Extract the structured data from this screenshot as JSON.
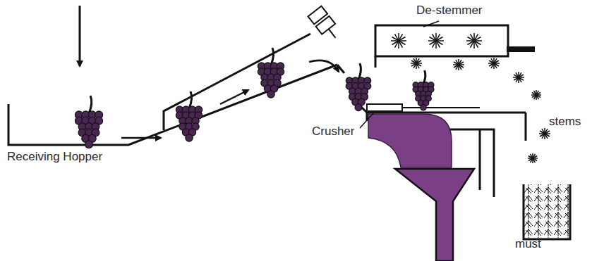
{
  "diagram": {
    "labels": [
      "De-stemmer",
      "Crusher",
      "Receiving Hopper",
      "stems",
      "must"
    ]
  }
}
